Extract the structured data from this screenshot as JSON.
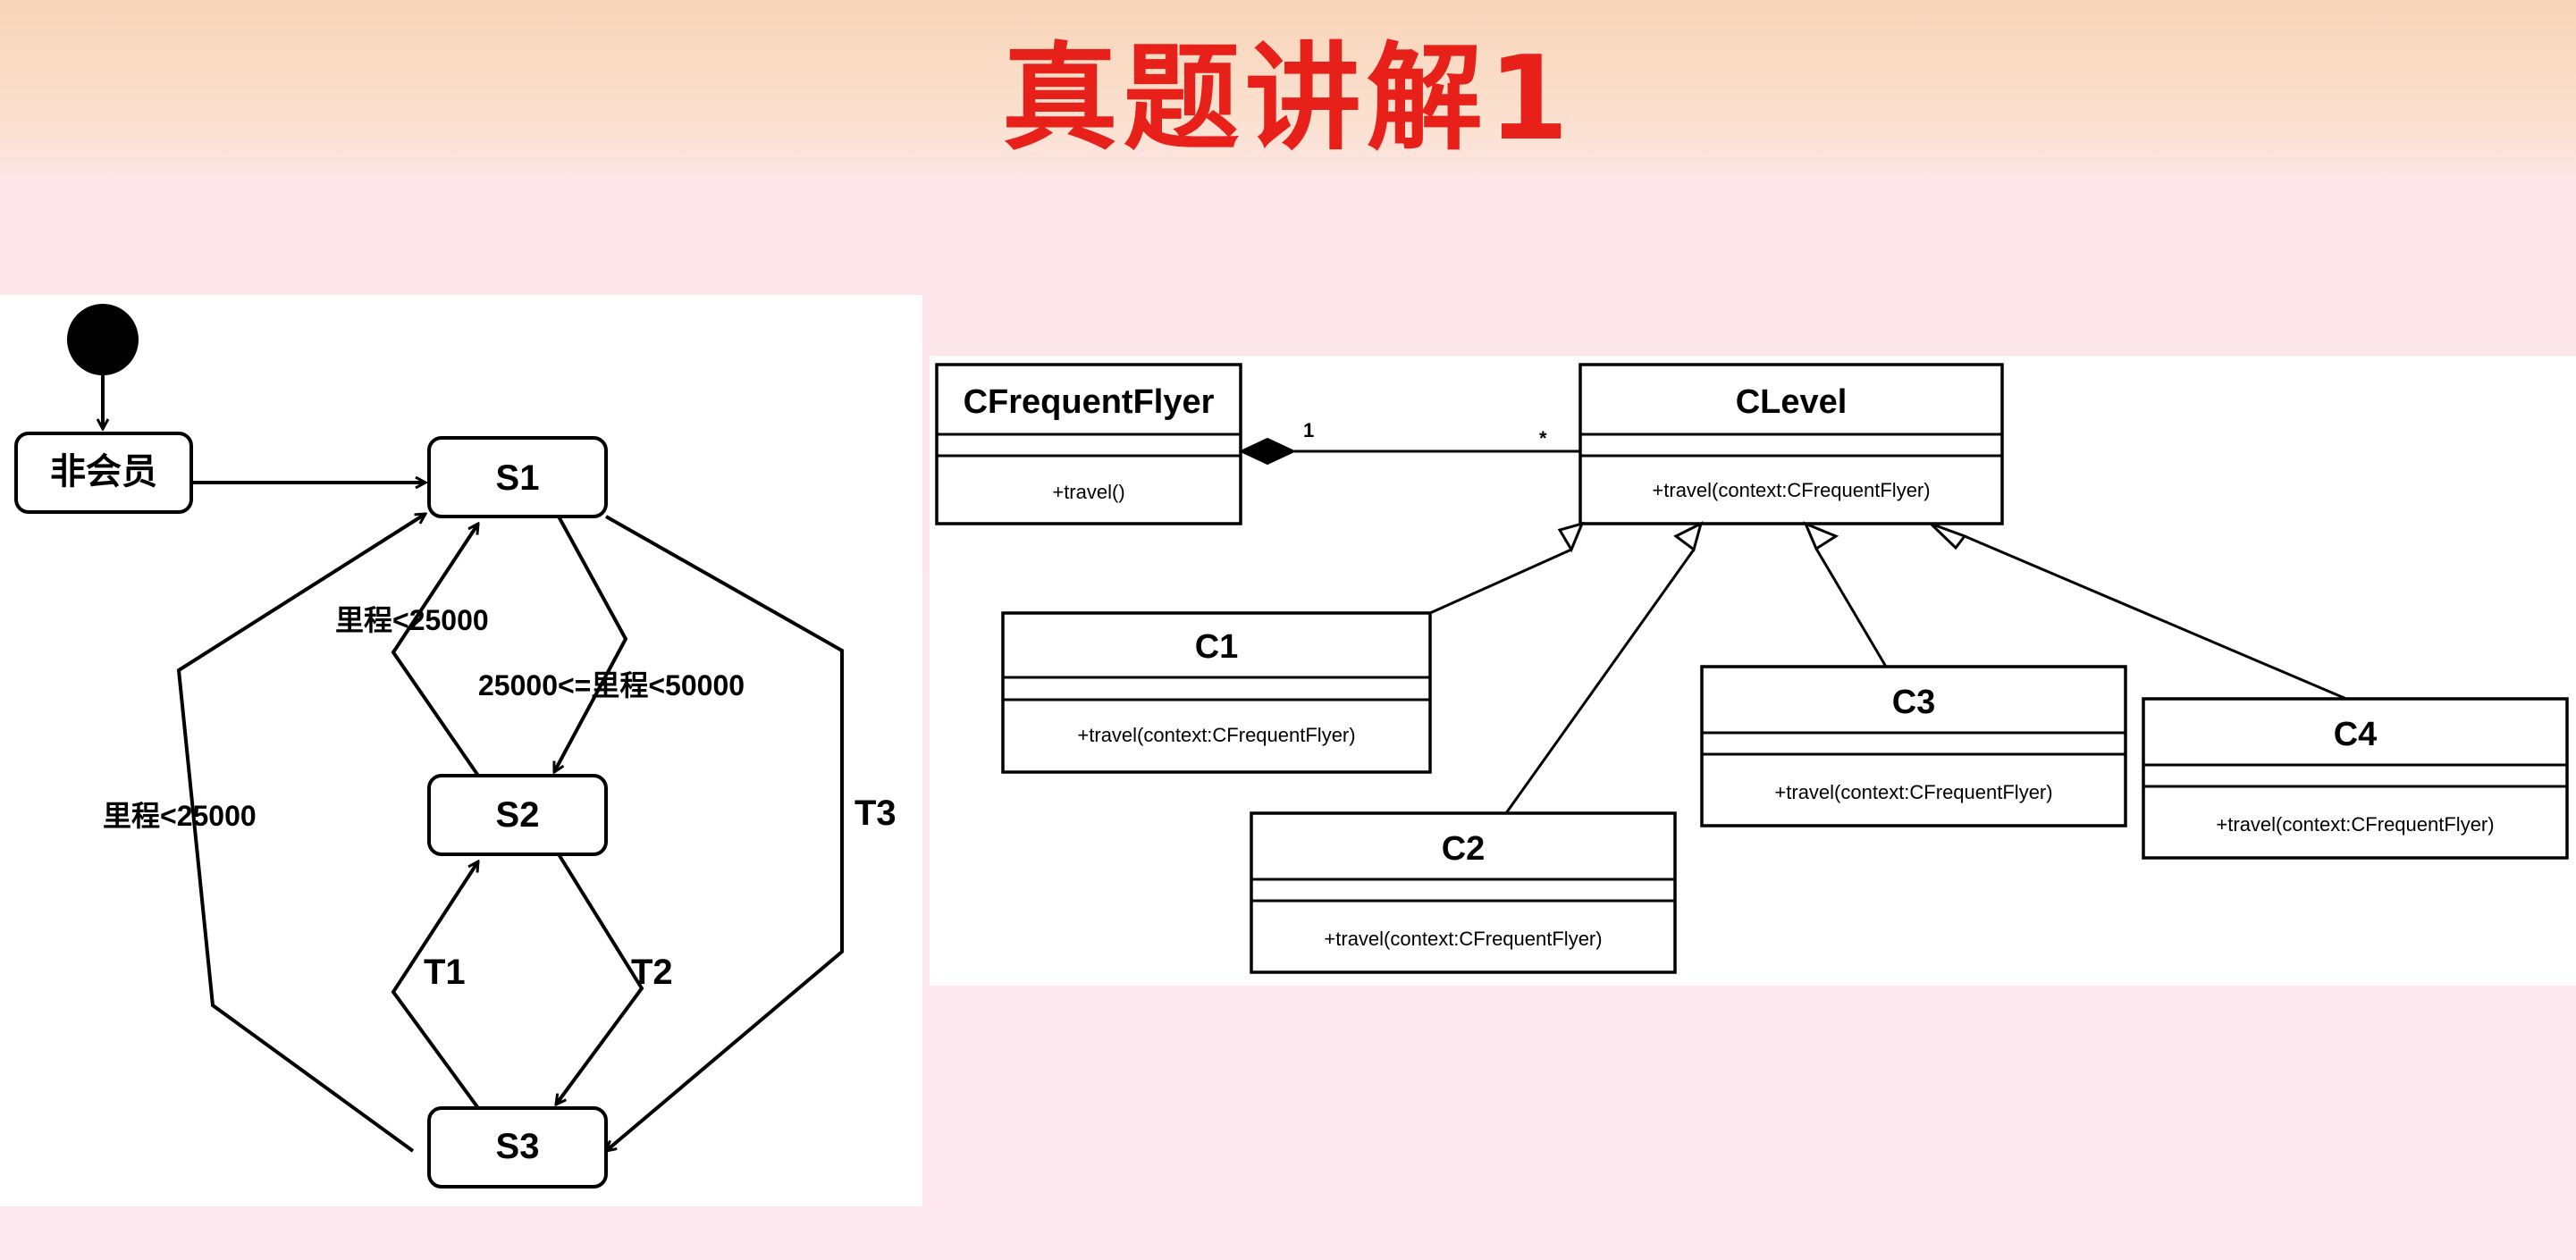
{
  "slide": {
    "title": "真题讲解1"
  },
  "state_diagram": {
    "states": {
      "nonmember": "非会员",
      "s1": "S1",
      "s2": "S2",
      "s3": "S3"
    },
    "transitions": {
      "s2_to_s1": "里程<25000",
      "s1_to_s2": "25000<=里程<50000",
      "s3_to_s1": "里程<25000",
      "s1_to_s3": "T3",
      "s3_to_s2": "T1",
      "s2_to_s3": "T2"
    }
  },
  "class_diagram": {
    "classes": {
      "frequent_flyer": {
        "name": "CFrequentFlyer",
        "op": "+travel()"
      },
      "level": {
        "name": "CLevel",
        "op": "+travel(context:CFrequentFlyer)"
      },
      "c1": {
        "name": "C1",
        "op": "+travel(context:CFrequentFlyer)"
      },
      "c2": {
        "name": "C2",
        "op": "+travel(context:CFrequentFlyer)"
      },
      "c3": {
        "name": "C3",
        "op": "+travel(context:CFrequentFlyer)"
      },
      "c4": {
        "name": "C4",
        "op": "+travel(context:CFrequentFlyer)"
      }
    },
    "association": {
      "multiplicity_flyer_end": "1",
      "multiplicity_level_end": "*"
    }
  }
}
